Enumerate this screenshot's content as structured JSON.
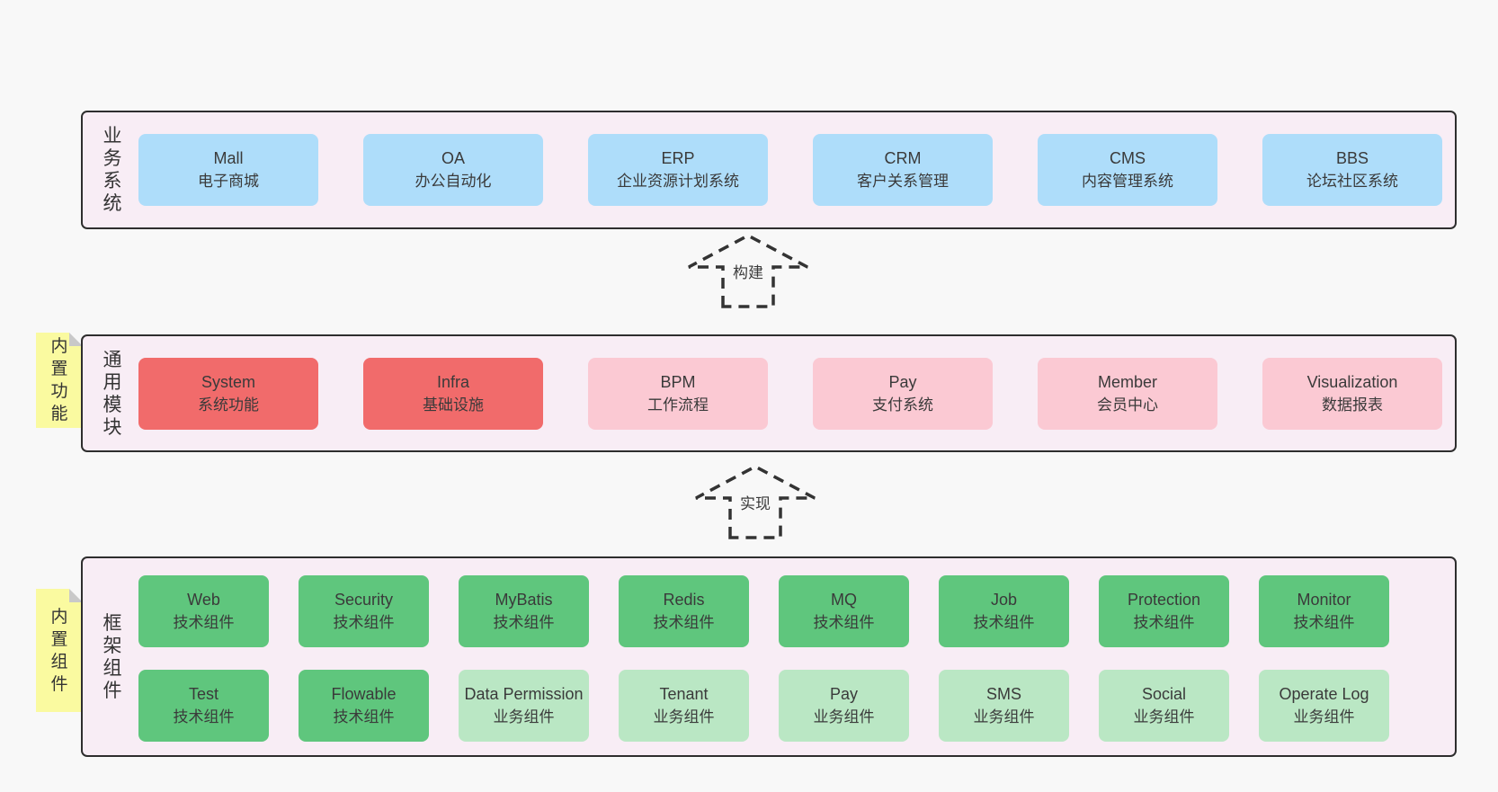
{
  "colors": {
    "page_background": "#f8f8f8",
    "layer_background": "#f8edf5",
    "layer_border": "#2e2e2e",
    "blue_box": "#aeddfa",
    "red_box": "#f16b6b",
    "pink_box": "#fbc9d3",
    "green_box": "#5fc67d",
    "light_green_box": "#bae7c4",
    "sticky_note": "#fafaa0",
    "text": "#3a3a3a"
  },
  "arrows": [
    {
      "label": "构建"
    },
    {
      "label": "实现"
    }
  ],
  "notes": [
    {
      "text": "内置功能"
    },
    {
      "text": "内置组件"
    }
  ],
  "layers": [
    {
      "id": "business-systems",
      "label": "业务系统",
      "rows": [
        [
          {
            "name": "Mall",
            "desc": "电子商城",
            "variant": "blue"
          },
          {
            "name": "OA",
            "desc": "办公自动化",
            "variant": "blue"
          },
          {
            "name": "ERP",
            "desc": "企业资源计划系统",
            "variant": "blue"
          },
          {
            "name": "CRM",
            "desc": "客户关系管理",
            "variant": "blue"
          },
          {
            "name": "CMS",
            "desc": "内容管理系统",
            "variant": "blue"
          },
          {
            "name": "BBS",
            "desc": "论坛社区系统",
            "variant": "blue"
          }
        ]
      ]
    },
    {
      "id": "common-modules",
      "label": "通用模块",
      "rows": [
        [
          {
            "name": "System",
            "desc": "系统功能",
            "variant": "red"
          },
          {
            "name": "Infra",
            "desc": "基础设施",
            "variant": "red"
          },
          {
            "name": "BPM",
            "desc": "工作流程",
            "variant": "pink"
          },
          {
            "name": "Pay",
            "desc": "支付系统",
            "variant": "pink"
          },
          {
            "name": "Member",
            "desc": "会员中心",
            "variant": "pink"
          },
          {
            "name": "Visualization",
            "desc": "数据报表",
            "variant": "pink"
          }
        ]
      ]
    },
    {
      "id": "framework-components",
      "label": "框架组件",
      "rows": [
        [
          {
            "name": "Web",
            "desc": "技术组件",
            "variant": "green"
          },
          {
            "name": "Security",
            "desc": "技术组件",
            "variant": "green"
          },
          {
            "name": "MyBatis",
            "desc": "技术组件",
            "variant": "green"
          },
          {
            "name": "Redis",
            "desc": "技术组件",
            "variant": "green"
          },
          {
            "name": "MQ",
            "desc": "技术组件",
            "variant": "green"
          },
          {
            "name": "Job",
            "desc": "技术组件",
            "variant": "green"
          },
          {
            "name": "Protection",
            "desc": "技术组件",
            "variant": "green"
          },
          {
            "name": "Monitor",
            "desc": "技术组件",
            "variant": "green"
          }
        ],
        [
          {
            "name": "Test",
            "desc": "技术组件",
            "variant": "green"
          },
          {
            "name": "Flowable",
            "desc": "技术组件",
            "variant": "green"
          },
          {
            "name": "Data Permission",
            "desc": "业务组件",
            "variant": "green-light"
          },
          {
            "name": "Tenant",
            "desc": "业务组件",
            "variant": "green-light"
          },
          {
            "name": "Pay",
            "desc": "业务组件",
            "variant": "green-light"
          },
          {
            "name": "SMS",
            "desc": "业务组件",
            "variant": "green-light"
          },
          {
            "name": "Social",
            "desc": "业务组件",
            "variant": "green-light"
          },
          {
            "name": "Operate Log",
            "desc": "业务组件",
            "variant": "green-light"
          }
        ]
      ]
    }
  ]
}
